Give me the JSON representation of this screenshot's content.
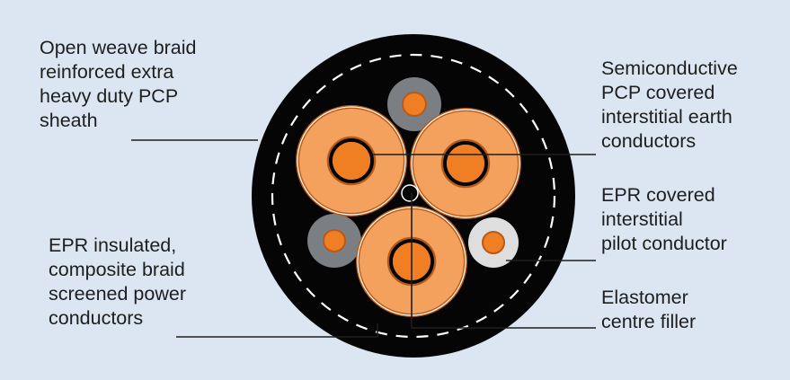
{
  "colors": {
    "background": "#dbe6f2",
    "sheath": "#050505",
    "conductor_outer": "#f4a15e",
    "conductor_core": "#f07f24",
    "copper_ring": "#b85a17",
    "earth_conductor": "#7b7f84",
    "pilot_conductor": "#dedede",
    "braid_dash": "#ffffff",
    "leader_line": "#1e1e1e",
    "label_text": "#1e1e1e"
  },
  "labels": {
    "sheath": [
      "Open weave braid",
      "reinforced extra",
      "heavy duty PCP",
      "sheath"
    ],
    "power_conductors": [
      "EPR insulated,",
      "composite braid",
      "screened power",
      "conductors"
    ],
    "earth_conductors": [
      "Semiconductive",
      "PCP covered",
      "interstitial earth",
      "conductors"
    ],
    "pilot_conductor": [
      "EPR covered",
      "interstitial",
      "pilot conductor"
    ],
    "centre_filler": [
      "Elastomer",
      "centre filler"
    ]
  }
}
